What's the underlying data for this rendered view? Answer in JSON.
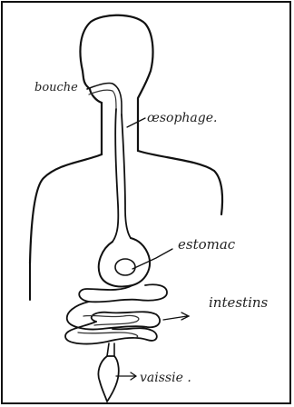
{
  "diagram": {
    "labels": {
      "bouche": "bouche",
      "oesophage": "œsophage.",
      "estomac": "estomac",
      "intestins": "intestins",
      "vessie": "vaissie ."
    }
  }
}
